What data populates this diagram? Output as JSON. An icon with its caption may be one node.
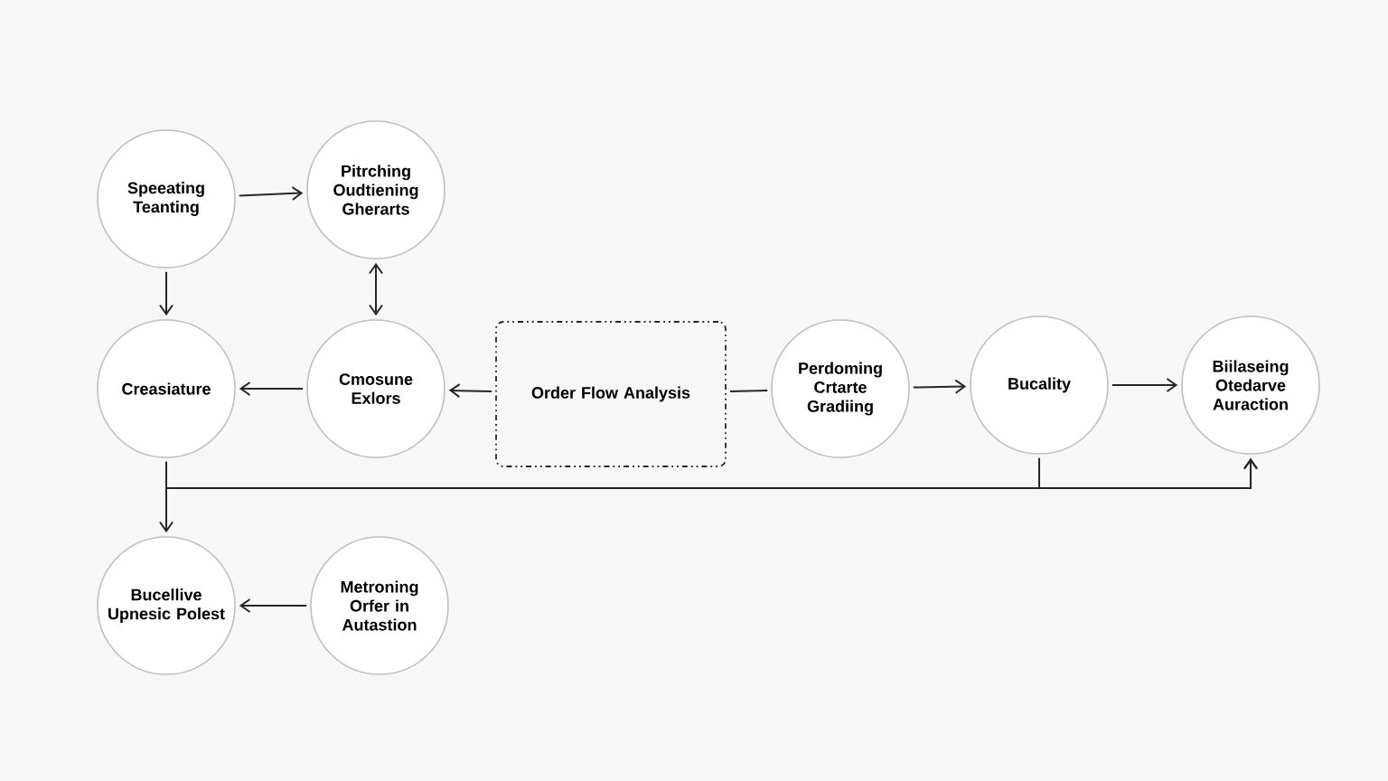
{
  "diagram": {
    "nodes": [
      {
        "text": [
          "Speeating Teanting"
        ]
      },
      {
        "text": [
          "Pitrching Oudtiening Gherarts"
        ]
      },
      {
        "text": [
          "Creasiature"
        ]
      },
      {
        "text": [
          "Cmosune Exlors"
        ]
      },
      {
        "text": [
          "Order Flow Analysis"
        ]
      },
      {
        "text": [
          "Perdoming Crtarte Gradiing"
        ]
      },
      {
        "text": [
          "Bucality"
        ]
      },
      {
        "text": [
          "Biilaseing Otedarve Auraction"
        ]
      },
      {
        "text": [
          "Bucellive Upnesic Polest"
        ]
      },
      {
        "text": [
          "Metroning Orfer in Autastion"
        ]
      }
    ],
    "edges": [
      {
        "from": 0,
        "to": 1,
        "arrow": "to"
      },
      {
        "from": 0,
        "to": 2,
        "arrow": "to"
      },
      {
        "from": 1,
        "to": 3,
        "arrow": "both"
      },
      {
        "from": 3,
        "to": 2,
        "arrow": "to"
      },
      {
        "from": 4,
        "to": 3,
        "arrow": "to"
      },
      {
        "from": 4,
        "to": 5,
        "arrow": "none"
      },
      {
        "from": 5,
        "to": 6,
        "arrow": "to"
      },
      {
        "from": 6,
        "to": 7,
        "arrow": "to"
      },
      {
        "from": 2,
        "to": 8,
        "arrow": "to"
      },
      {
        "from": 2,
        "to": 7,
        "arrow": "to"
      },
      {
        "from": 6,
        "to": 7,
        "arrow": "to"
      },
      {
        "from": 9,
        "to": 8,
        "arrow": "to"
      }
    ]
  }
}
